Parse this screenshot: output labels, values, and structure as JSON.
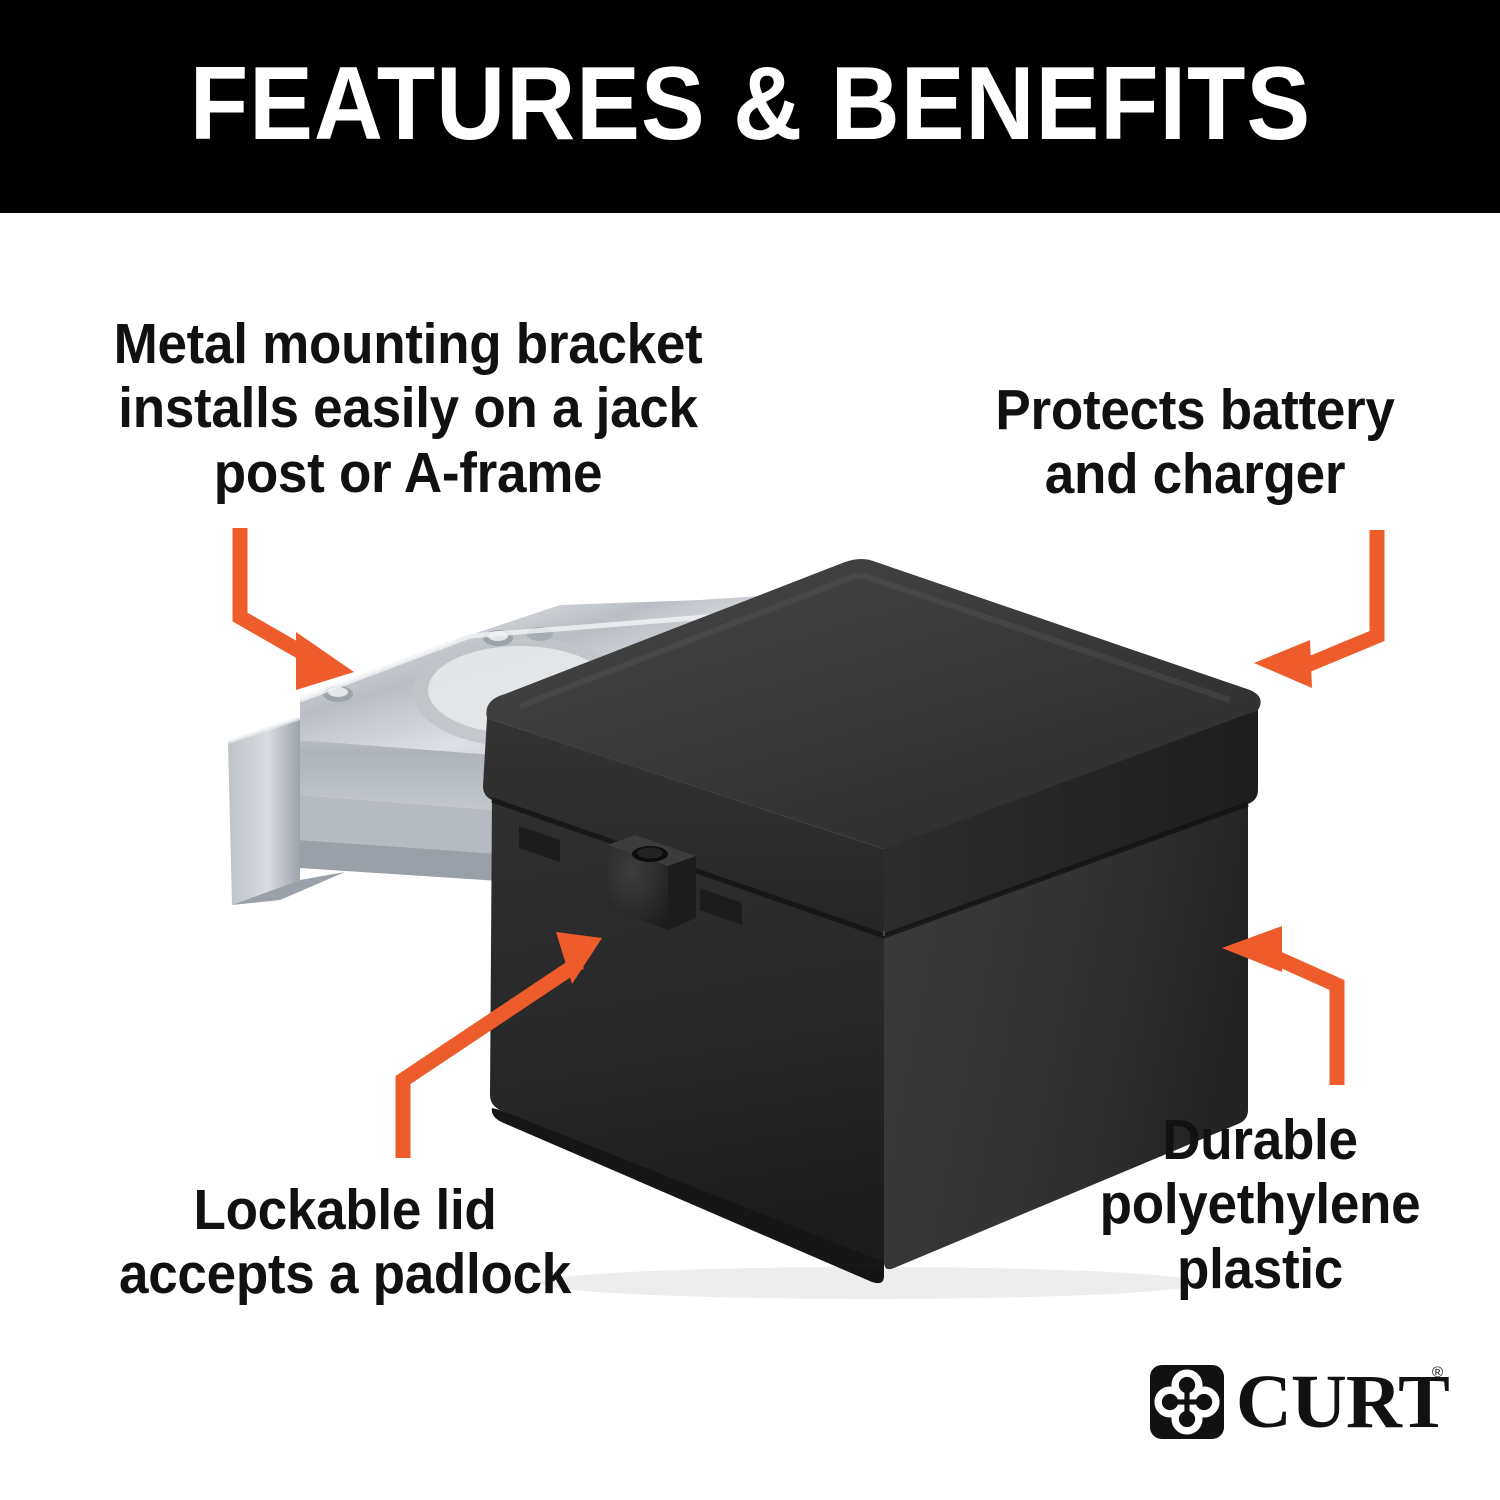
{
  "header": {
    "title": "FEATURES & BENEFITS",
    "background_color": "#000000",
    "text_color": "#FFFFFF"
  },
  "theme": {
    "accent_color": "#EE5C2B",
    "text_color": "#111111",
    "page_background": "#FFFFFF",
    "product_body_color": "#2E2E2E",
    "product_lid_color": "#3A3A3A",
    "bracket_metal_color": "#C9CDD2"
  },
  "callouts": [
    {
      "id": "metal-bracket",
      "lines": [
        "Metal mounting bracket",
        "installs easily on a jack",
        "post or A-frame"
      ],
      "arrow": "bent-arrow-down-right"
    },
    {
      "id": "protects-battery",
      "lines": [
        "Protects battery",
        "and charger"
      ],
      "arrow": "bent-arrow-down-left"
    },
    {
      "id": "lockable-lid",
      "lines": [
        "Lockable lid",
        "accepts a padlock"
      ],
      "arrow": "bent-arrow-up-right"
    },
    {
      "id": "durable-plastic",
      "lines": [
        "Durable",
        "polyethylene",
        "plastic"
      ],
      "arrow": "bent-arrow-up-left"
    }
  ],
  "product": {
    "name": "battery-box-with-mounting-bracket",
    "parts": [
      "lid",
      "box-body",
      "padlock-tab",
      "metal-mounting-bracket"
    ]
  },
  "brand": {
    "name": "CURT",
    "trademark": "®",
    "mark": "curt-quatrefoil-logo-mark"
  }
}
